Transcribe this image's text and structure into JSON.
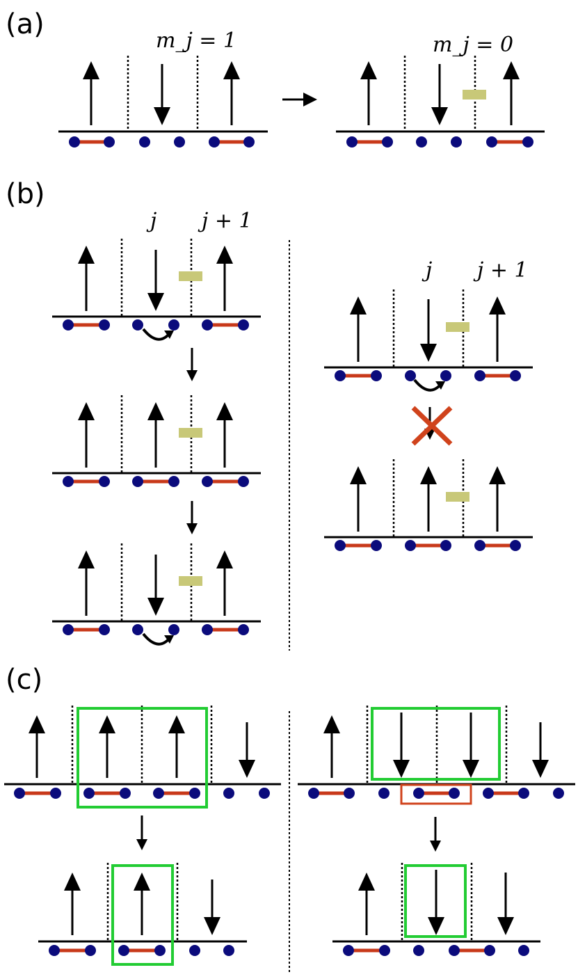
{
  "colors": {
    "site": "#0b0b7c",
    "bond": "#c8391a",
    "defect": "#c8c878",
    "frame": "#22cc33",
    "cross": "#d0431c",
    "ink": "#000000"
  },
  "panels": {
    "a": {
      "label": "(a)",
      "left_caption": "m_j = 1",
      "right_caption": "m_j = 0"
    },
    "b": {
      "label": "(b)",
      "index_j": "j",
      "index_j1": "j + 1"
    },
    "c": {
      "label": "(c)"
    }
  }
}
